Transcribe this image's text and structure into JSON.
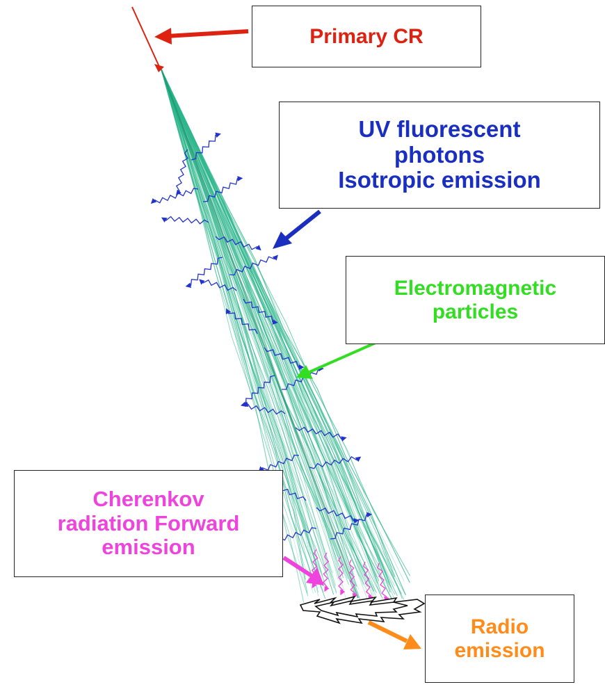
{
  "labels": {
    "primary_cr": "Primary CR",
    "uv": [
      "UV fluorescent",
      "photons",
      "Isotropic emission"
    ],
    "em": [
      "Electromagnetic",
      "particles"
    ],
    "cherenkov": [
      "Cherenkov",
      "radiation Forward",
      "emission"
    ],
    "radio": [
      "Radio",
      "emission"
    ]
  },
  "colors": {
    "primary": "#dd2211",
    "uv": "#1a2fc0",
    "em": "#33dd22",
    "cherenkov": "#ee44dd",
    "radio": "#ff8c1a",
    "shower": "#2bb58a",
    "photon": "#2233cc",
    "box_border": "#222222"
  },
  "icons": {
    "uv_photon_arrow": "wavy-arrow-icon",
    "radio_front": "lightning-ring-icon"
  }
}
